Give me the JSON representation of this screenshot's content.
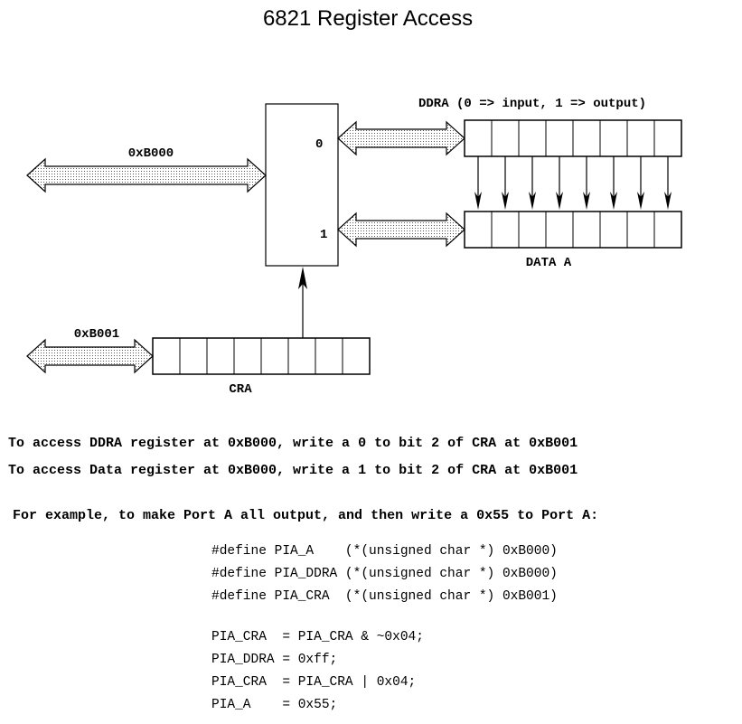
{
  "title": "6821 Register Access",
  "labels": {
    "ddra_desc": "DDRA (0 => input, 1 => output)",
    "addr_b000": "0xB000",
    "addr_b001": "0xB001",
    "mux_in0": "0",
    "mux_in1": "1",
    "data_a": "DATA A",
    "cra": "CRA"
  },
  "registers": {
    "ddra_bits": 8,
    "data_a_bits": 8,
    "cra_bits": 8
  },
  "notes": [
    "To access DDRA register at 0xB000, write a 0 to bit 2 of CRA at 0xB001",
    "To access Data register at 0xB000, write a 1 to bit 2 of CRA at 0xB001"
  ],
  "example_intro": "For example, to make Port A all output, and then write a 0x55 to Port A:",
  "code_defines": [
    "#define PIA_A    (*(unsigned char *) 0xB000)",
    "#define PIA_DDRA (*(unsigned char *) 0xB000)",
    "#define PIA_CRA  (*(unsigned char *) 0xB001)"
  ],
  "code_statements": [
    "PIA_CRA  = PIA_CRA & ~0x04;",
    "PIA_DDRA = 0xff;",
    "PIA_CRA  = PIA_CRA | 0x04;",
    "PIA_A    = 0x55;"
  ]
}
